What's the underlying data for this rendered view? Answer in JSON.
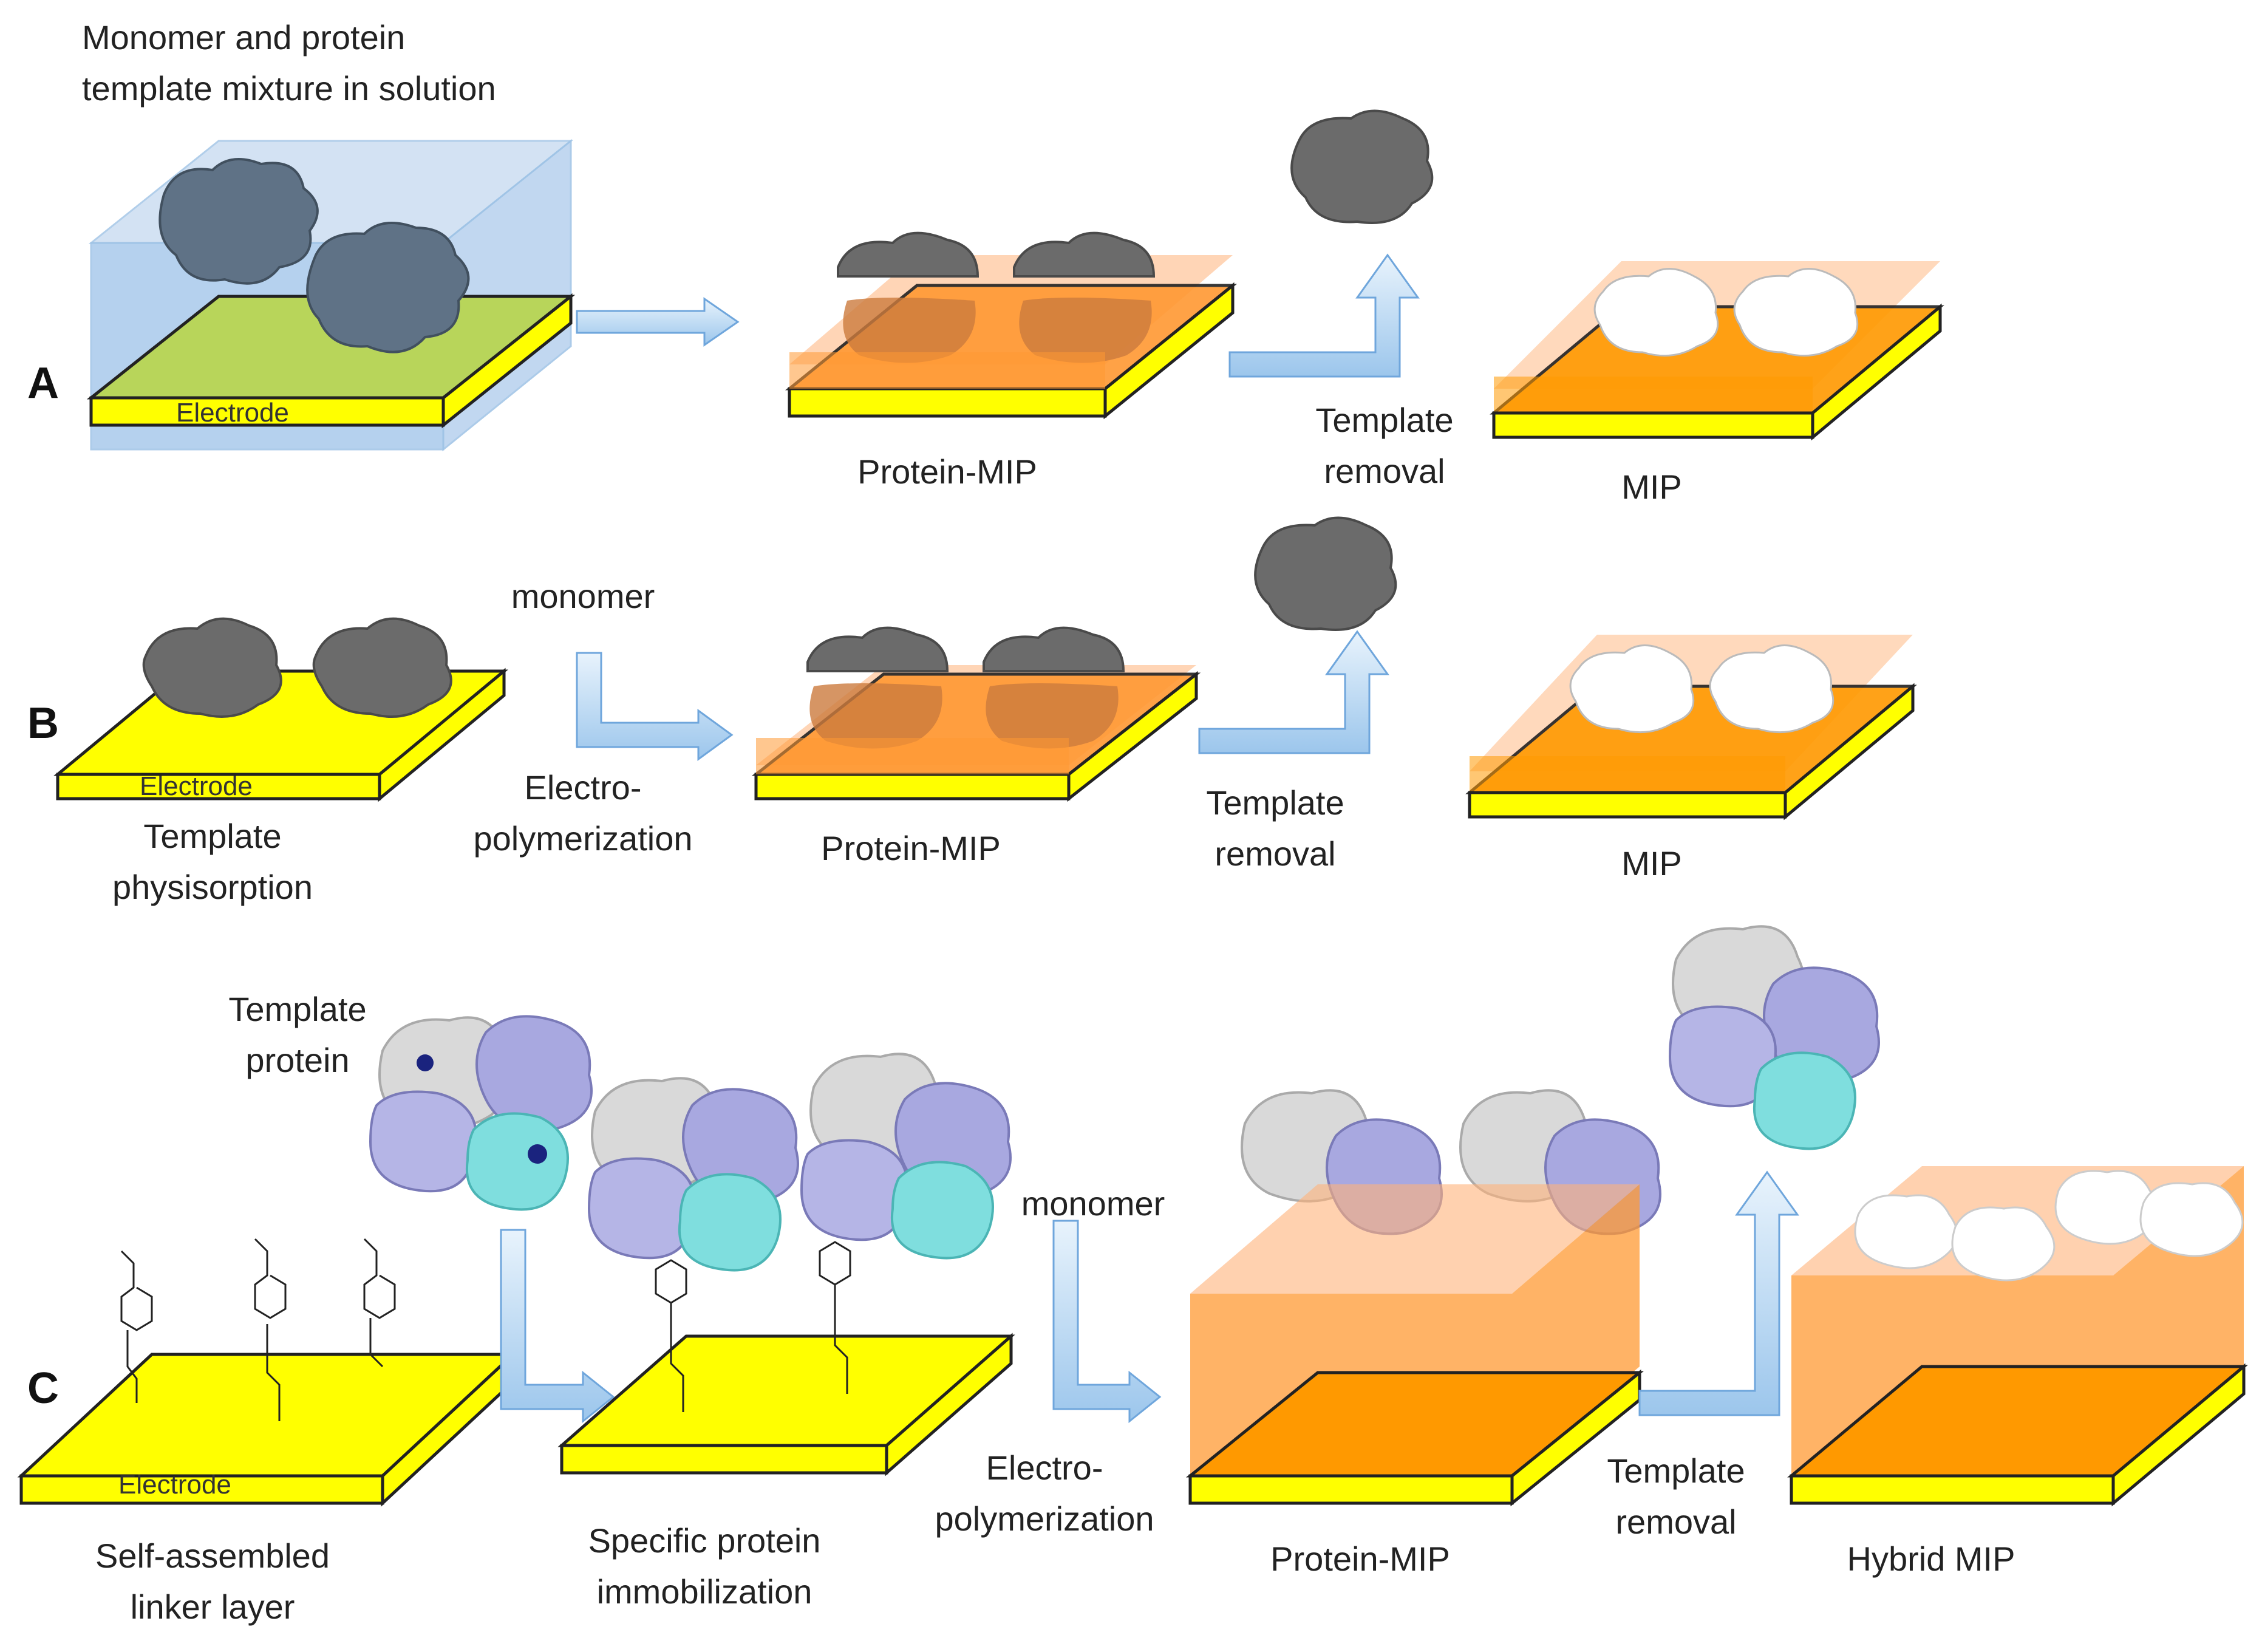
{
  "panels": {
    "a": {
      "letter": "A",
      "solution_label": "Monomer and protein\ntemplate mixture in solution",
      "electrode_label": "Electrode",
      "protein_mip_label": "Protein-MIP",
      "removal_label": "Template\nremoval",
      "mip_label": "MIP"
    },
    "b": {
      "letter": "B",
      "electrode_label": "Electrode",
      "physisorption_label": "Template\nphysisorption",
      "monomer_label": "monomer",
      "electropolymerization_label": "Electro-\npolymerization",
      "protein_mip_label": "Protein-MIP",
      "removal_label": "Template\nremoval",
      "mip_label": "MIP"
    },
    "c": {
      "letter": "C",
      "template_protein_label": "Template\nprotein",
      "electrode_label": "Electrode",
      "linker_label": "Self-assembled\nlinker layer",
      "immobilization_label": "Specific protein\nimmobilization",
      "monomer_label": "monomer",
      "electropolymerization_label": "Electro-\npolymerization",
      "protein_mip_label": "Protein-MIP",
      "removal_label": "Template\nremoval",
      "hybrid_mip_label": "Hybrid MIP"
    }
  },
  "colors": {
    "electrode": "#ffff00",
    "polymer": "#ff9900",
    "solution": "#9ec3e6",
    "protein_gray": "#6b6b6b",
    "cavity": "#ffffff",
    "arrow": "#bcd9f3",
    "protein_lavender": "#a8a8e0",
    "protein_cyan": "#7fdede"
  }
}
